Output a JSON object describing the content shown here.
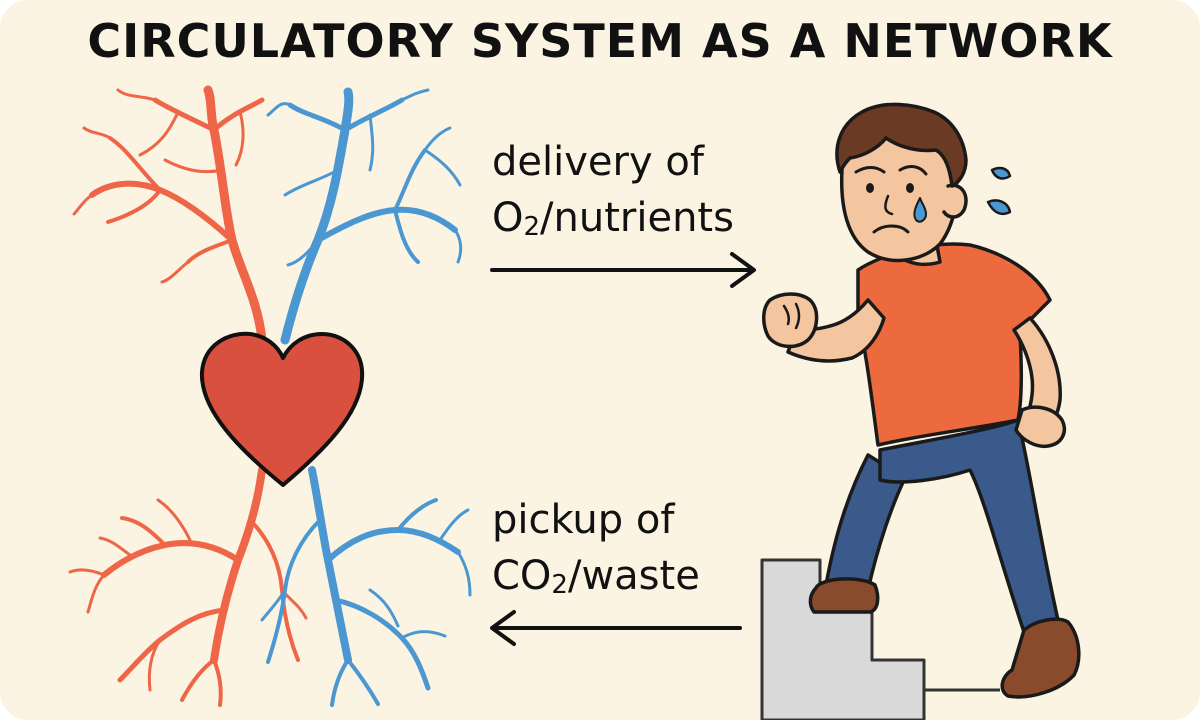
{
  "title": "CIRCULATORY SYSTEM AS A NETWORK",
  "delivery": {
    "line1": "delivery of",
    "chem": "O",
    "sub": "2",
    "rest": "/nutrients"
  },
  "pickup": {
    "line1": "pickup of",
    "chem": "CO",
    "sub": "2",
    "rest": "/waste"
  },
  "colors": {
    "background": "#fbf4e3",
    "artery": "#ef6547",
    "vein": "#4b97d2",
    "heart": "#d9503f",
    "shirt": "#ec6a3d",
    "jeans": "#3a5a8c",
    "stairs": "#d9d9d9"
  }
}
